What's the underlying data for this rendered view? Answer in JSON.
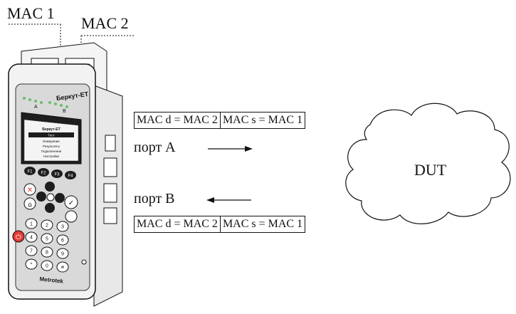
{
  "labels": {
    "mac1": "MAC 1",
    "mac2": "MAC 2",
    "port_a": "порт A",
    "port_b": "порт B",
    "dut": "DUT"
  },
  "device": {
    "brand": "Беркут-ET",
    "maker": "Metrotek",
    "port_a_letter": "A",
    "port_b_letter": "B",
    "screen_title": "Беркут-ET",
    "screen_lines": [
      "Тест",
      "Измерение",
      "Результаты",
      "Подключение",
      "Настройки"
    ],
    "fkeys": [
      "F1",
      "F2",
      "F3",
      "F4"
    ],
    "keypad": [
      "1",
      "2",
      "3",
      "4",
      "5",
      "6",
      "7",
      "8",
      "9",
      "*",
      "0",
      "#"
    ]
  },
  "frames": {
    "top": {
      "dst": "MAC d = MAC 2",
      "src": "MAC s = MAC 1"
    },
    "bottom": {
      "dst": "MAC d = MAC 2",
      "src": "MAC s = MAC 1"
    }
  },
  "colors": {
    "line": "#111111",
    "device_body": "#f2f2f2",
    "device_panel": "#d9d9d9",
    "screen": "#1e1e1e",
    "led": "#6bbf6b",
    "power": "#e53935"
  }
}
